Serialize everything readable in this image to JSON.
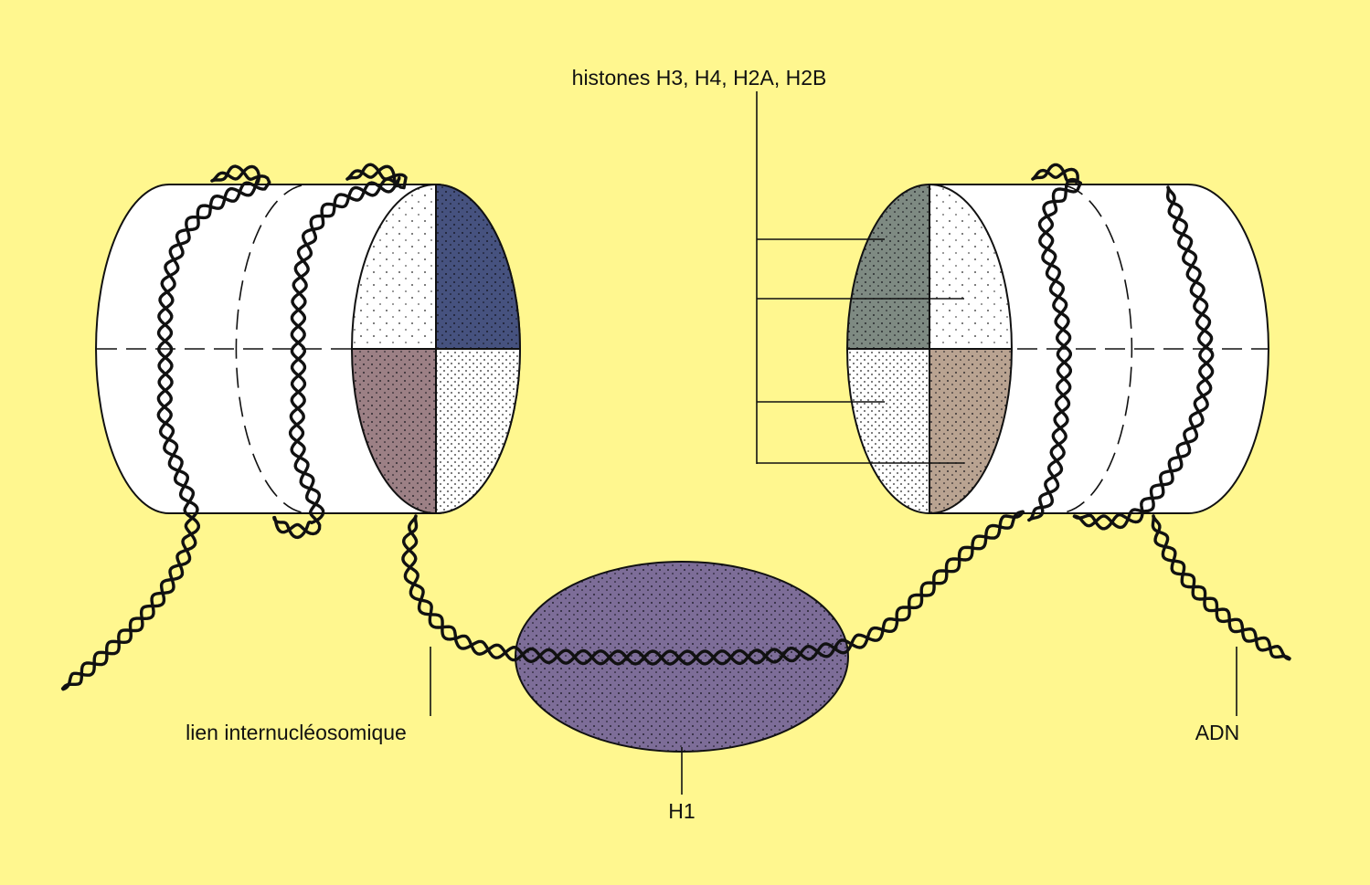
{
  "labels": {
    "histones": "histones H3, H4, H2A, H2B",
    "linker": "lien internucléosomique",
    "h1": "H1",
    "dna": "ADN"
  },
  "colors": {
    "background": "#fff78f",
    "left_top_right": "#46527f",
    "left_bottom_left": "#9c8085",
    "right_top_left": "#7e8a82",
    "right_bottom_right": "#b9a391",
    "h1": "#7d6d98"
  }
}
